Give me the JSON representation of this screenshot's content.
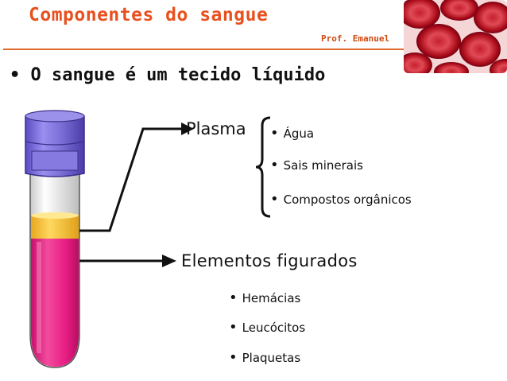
{
  "slide": {
    "title": "Componentes do sangue",
    "author": "Prof. Emanuel",
    "main_bullet": "• O sangue é um tecido líquido"
  },
  "plasma": {
    "label": "Plasma",
    "items": [
      "Água",
      "Sais minerais",
      "Compostos orgânicos"
    ]
  },
  "elements": {
    "label": "Elementos figurados",
    "items": [
      "Hemácias",
      "Leucócitos",
      "Plaquetas"
    ]
  },
  "colors": {
    "title": "#e8501e",
    "cap": "#7d6fd6",
    "plasma_layer": "#f6c238",
    "cells_layer": "#ea1f86"
  },
  "icons": {
    "bullet": "bullet-dot",
    "photo": "red-blood-cells-photo"
  }
}
